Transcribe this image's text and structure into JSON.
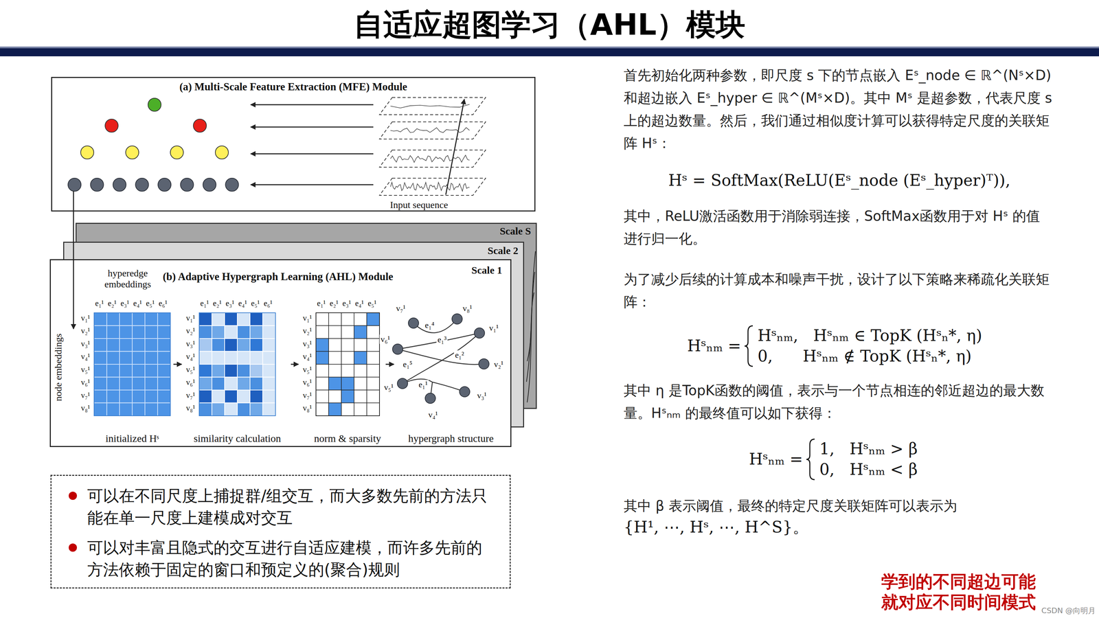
{
  "diagram": {
    "title": "自适应超图学习（AHL）模块",
    "nodes": [
      {
        "text": [
          "(a) Multi-Scale Feature Extraction (MFE) Module"
        ]
      },
      {
        "text": [
          "Scale S"
        ]
      },
      {
        "text": [
          "Scale 2"
        ]
      },
      {
        "text": [
          "(b) Adaptive Hypergraph Learning (AHL) Module",
          "Scale 1"
        ]
      },
      {
        "text": [
          "initialized Hˢ"
        ],
        "in": 3
      },
      {
        "text": [
          "similarity calculation"
        ],
        "in": 3
      },
      {
        "text": [
          "norm & sparsity"
        ],
        "in": 3
      },
      {
        "text": [
          "hypergraph structure"
        ],
        "in": 3
      },
      {
        "text": [
          "可以在不同尺度上捕捉群/组交互，而大多数先前的方法只能在单一尺度上建模成对交互",
          "可以对丰富且隐式的交互进行自适应建模，而许多先前的方法依赖于固定的窗口和预定义的(聚合)规则"
        ]
      }
    ],
    "edges": [
      {
        "from": 4,
        "to": 5,
        "arrow": "to"
      },
      {
        "from": 5,
        "to": 6,
        "arrow": "to"
      },
      {
        "from": 6,
        "to": 7,
        "arrow": "to"
      }
    ],
    "labels": [
      "Input sequence",
      "hyperedge embeddings",
      "node embeddings",
      "e₁¹",
      "e₂¹",
      "e₃¹",
      "e₄¹",
      "e₅¹",
      "e₆¹",
      "v₁¹",
      "v₂¹",
      "v₃¹",
      "v₄¹",
      "v₅¹",
      "v₆¹",
      "v₇¹",
      "v₈¹",
      "e₁¹",
      "e₂¹",
      "e₃¹",
      "e₄¹",
      "e₅¹",
      "e₆¹",
      "v₁¹",
      "v₂¹",
      "v₃¹",
      "v₄¹",
      "v₅¹",
      "v₆¹",
      "v₇¹",
      "v₈¹",
      "e₁¹",
      "e₂¹",
      "e₃¹",
      "e₄¹",
      "e₅¹",
      "v₁¹",
      "v₂¹",
      "v₃¹",
      "v₄¹",
      "v₅¹",
      "v₆¹",
      "v₇¹",
      "v₈¹",
      "v₇¹",
      "v₈¹",
      "v₁¹",
      "v₆¹",
      "v₂¹",
      "v₅¹",
      "v₃¹",
      "v₄¹",
      "e₁⁴",
      "e₁³",
      "e₁²",
      "e₁⁵",
      "e₁¹",
      "首先初始化两种参数，即尺度 s 下的节点嵌入 Eˢ_node ∈ ℝ^(Nˢ×D) 和超边嵌入 Eˢ_hyper ∈ ℝ^(Mˢ×D)。其中 Mˢ 是超参数，代表尺度 s 上的超边数量。然后，我们通过相似度计算可以获得特定尺度的关联矩阵 Hˢ：",
      "Hˢ = SoftMax(ReLU(Eˢ_node (Eˢ_hyper)ᵀ)),",
      "其中，ReLU激活函数用于消除弱连接，SoftMax函数用于对 Hˢ 的值进行归一化。",
      "为了减少后续的计算成本和噪声干扰，设计了以下策略来稀疏化关联矩阵：",
      "Hˢₙₘ =",
      "Hˢₙₘ,   Hˢₙₘ ∈ TopK (Hˢₙ*, η)",
      "0,      Hˢₙₘ ∉ TopK (Hˢₙ*, η)",
      "其中 η 是TopK函数的阈值，表示与一个节点相连的邻近超边的最大数量。Hˢₙₘ 的最终值可以如下获得：",
      "Hˢₙₘ =",
      "1,   Hˢₙₘ > β",
      "0,   Hˢₙₘ < β",
      "其中 β 表示阈值，最终的特定尺度关联矩阵可以表示为",
      "{H¹, ⋯, Hˢ, ⋯, H^S}。",
      "学到的不同超边可能 就对应不同时间模式",
      "CSDN @向明月"
    ]
  }
}
